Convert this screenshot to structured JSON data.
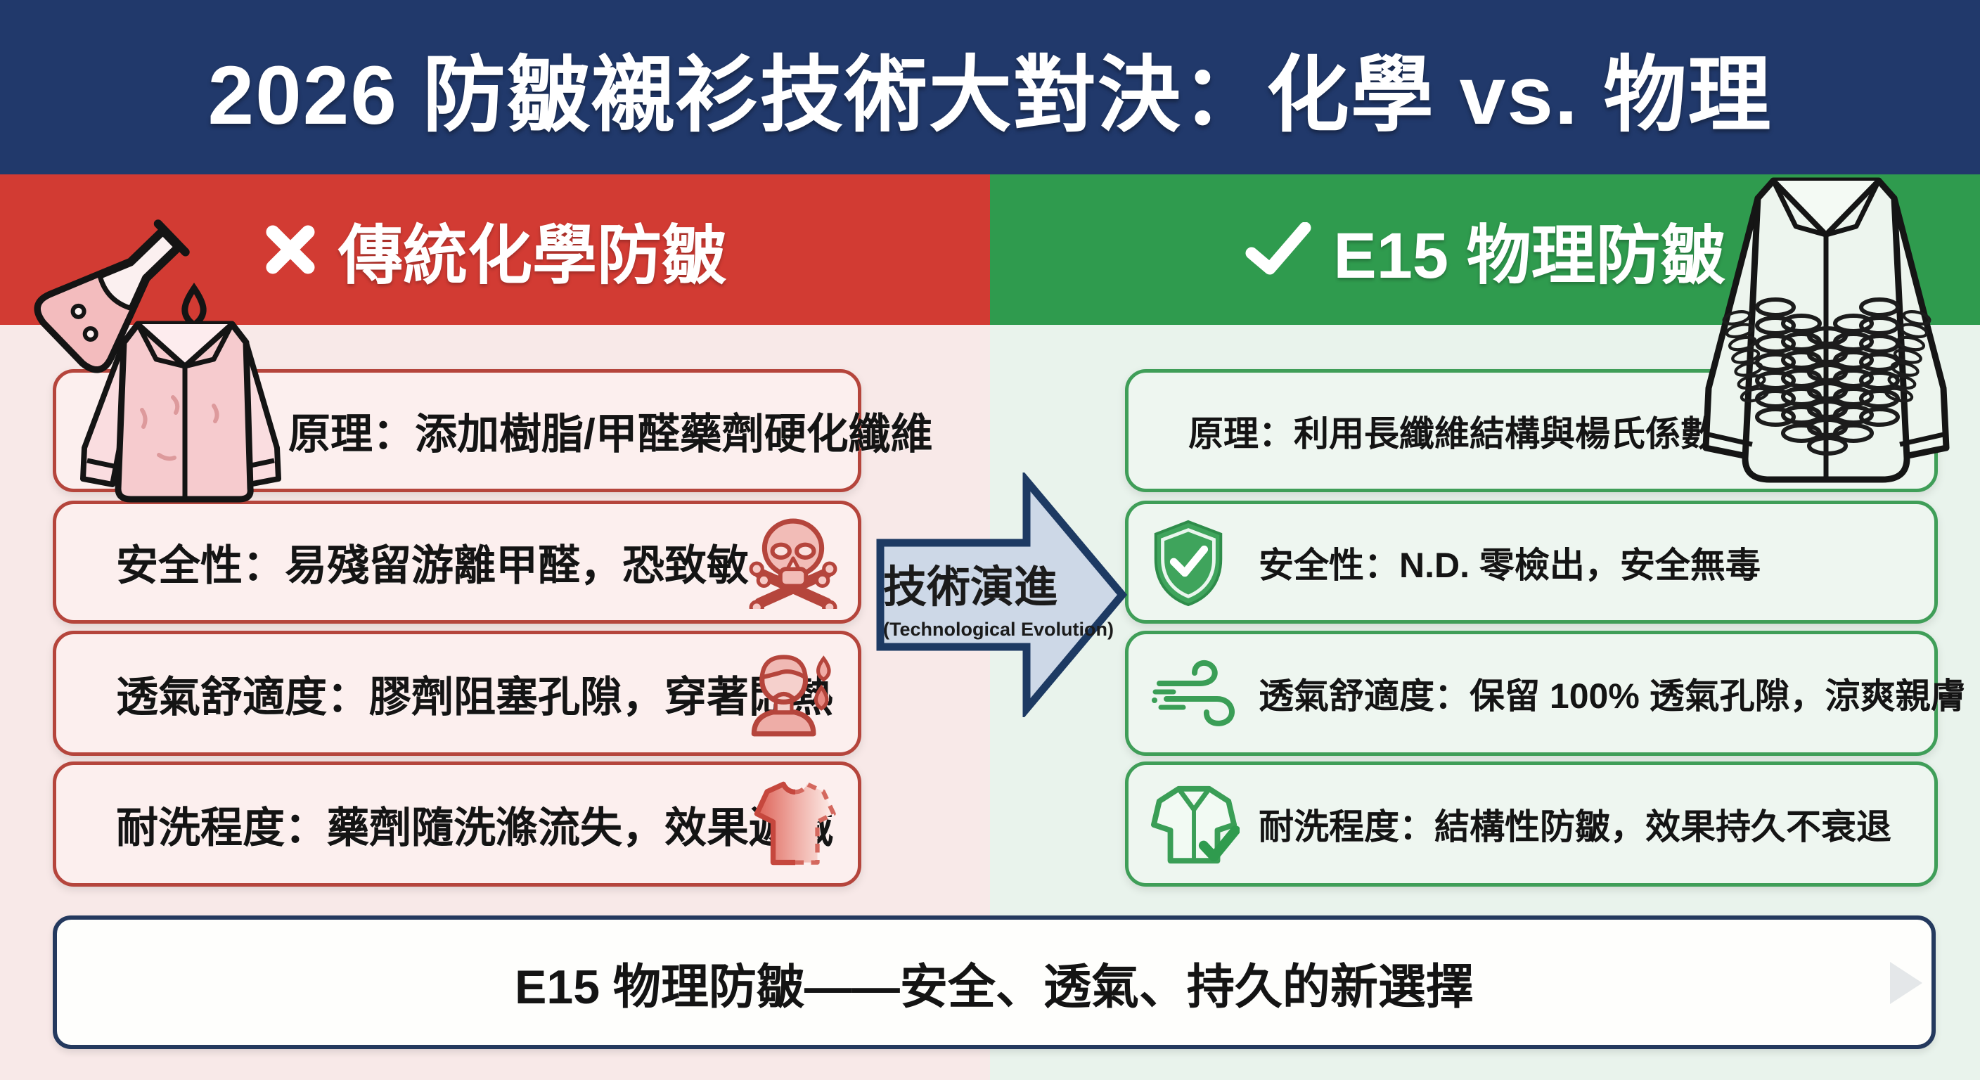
{
  "title": "2026 防皺襯衫技術大對決：化學 vs. 物理",
  "left": {
    "header": {
      "mark": "✕",
      "label": "傳統化學防皺"
    },
    "cards": [
      {
        "text": "原理：添加樹脂/甲醛藥劑硬化纖維",
        "icon": "none"
      },
      {
        "text": "安全性：易殘留游離甲醛，恐致敏",
        "icon": "skull-crossbones-icon"
      },
      {
        "text": "透氣舒適度：膠劑阻塞孔隙，穿著悶熱",
        "icon": "sweating-person-icon"
      },
      {
        "text": "耐洗程度：藥劑隨洗滌流失，效果遞減",
        "icon": "fading-tshirt-icon"
      }
    ],
    "decor_icons": [
      "chemical-flask-icon",
      "liquid-drop-icon",
      "wrinkled-shirt-icon"
    ]
  },
  "arrow": {
    "label": "技術演進",
    "sublabel": "(Technological Evolution)"
  },
  "right": {
    "header": {
      "mark": "✓",
      "label": "E15 物理防皺"
    },
    "cards": [
      {
        "text": "原理：利用長纖維結構與楊氏係數回彈力",
        "icon": "none"
      },
      {
        "text": "安全性：N.D. 零檢出，安全無毒",
        "icon": "shield-check-icon"
      },
      {
        "text": "透氣舒適度：保留 100% 透氣孔隙，涼爽親膚",
        "icon": "wind-icon"
      },
      {
        "text": "耐洗程度：結構性防皺，效果持久不衰退",
        "icon": "shirt-check-icon"
      }
    ],
    "decor_icons": [
      "spring-fiber-shirt-icon"
    ]
  },
  "footer": {
    "text": "E15 物理防皺——安全、透氣、持久的新選擇"
  },
  "colors": {
    "navy": "#21396b",
    "red_band": "#d23b33",
    "green_band": "#2f9b4e",
    "pink_bg": "#f8e9e8",
    "green_bg": "#e9f3ec",
    "card_red_border": "#b5453c",
    "card_green_border": "#3f9e58",
    "arrow_fill": "#cdd8e7"
  }
}
